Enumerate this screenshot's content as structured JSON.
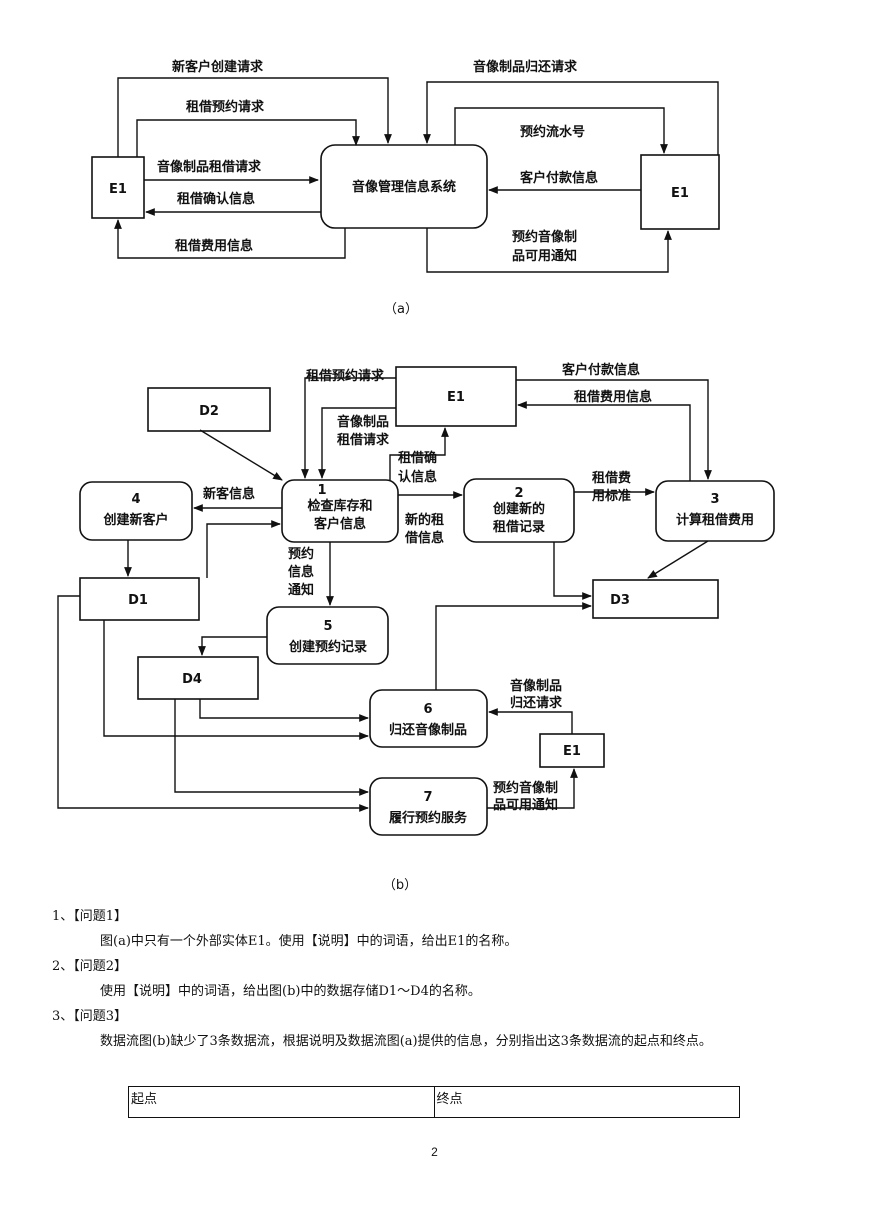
{
  "diagram_a": {
    "caption": "（a）",
    "system_label": "音像管理信息系统",
    "entity_left": "E1",
    "entity_right": "E1",
    "flows": {
      "new_customer_request": "新客户创建请求",
      "rental_reservation_request": "租借预约请求",
      "rental_request": "音像制品租借请求",
      "rental_confirmation": "租借确认信息",
      "rental_fee_info": "租借费用信息",
      "return_request": "音像制品归还请求",
      "reservation_serial": "预约流水号",
      "customer_payment": "客户付款信息",
      "availability_notice_line1": "预约音像制",
      "availability_notice_line2": "品可用通知"
    }
  },
  "diagram_b": {
    "caption": "（b）",
    "stores": {
      "d1": "D1",
      "d2": "D2",
      "d3": "D3",
      "d4": "D4"
    },
    "entity_top": "E1",
    "entity_bottom": "E1",
    "processes": {
      "p1": {
        "number": "1",
        "line1": "检查库存和",
        "line2": "客户信息"
      },
      "p2": {
        "number": "2",
        "line1": "创建新的",
        "line2": "租借记录"
      },
      "p3": {
        "number": "3",
        "line1": "计算租借费用"
      },
      "p4": {
        "number": "4",
        "line1": "创建新客户"
      },
      "p5": {
        "number": "5",
        "line1": "创建预约记录"
      },
      "p6": {
        "number": "6",
        "line1": "归还音像制品"
      },
      "p7": {
        "number": "7",
        "line1": "履行预约服务"
      }
    },
    "flows": {
      "reservation_request": "租借预约请求",
      "customer_payment": "客户付款信息",
      "rental_fee_info": "租借费用信息",
      "rental_request_line1": "音像制品",
      "rental_request_line2": "租借请求",
      "confirmation_line1": "租借确",
      "confirmation_line2": "认信息",
      "new_customer_info": "新客信息",
      "new_rental_info_line1": "新的租",
      "new_rental_info_line2": "借信息",
      "fee_standard_line1": "租借费",
      "fee_standard_line2": "用标准",
      "reservation_info_line1": "预约",
      "reservation_info_line2": "信息",
      "reservation_info_line3": "通知",
      "return_request_line1": "音像制品",
      "return_request_line2": "归还请求",
      "availability_line1": "预约音像制",
      "availability_line2": "品可用通知"
    }
  },
  "questions": [
    {
      "title": "1、【问题1】",
      "body": "图(a)中只有一个外部实体E1。使用【说明】中的词语，给出E1的名称。"
    },
    {
      "title": "2、【问题2】",
      "body": "使用【说明】中的词语，给出图(b)中的数据存储D1～D4的名称。"
    },
    {
      "title": "3、【问题3】",
      "body": "数据流图(b)缺少了3条数据流，根据说明及数据流图(a)提供的信息，分别指出这3条数据流的起点和终点。"
    }
  ],
  "answer_table": {
    "col_start": "起点",
    "col_end": "终点"
  },
  "page_number": "2"
}
